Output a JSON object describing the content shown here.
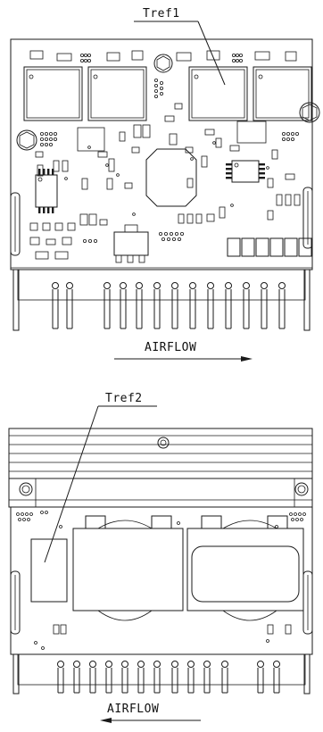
{
  "figure_top": {
    "callout": "Tref1",
    "flow_label": "AIRFLOW",
    "flow_direction": "right"
  },
  "figure_bottom": {
    "callout": "Tref2",
    "flow_label": "AIRFLOW",
    "flow_direction": "left"
  },
  "colors": {
    "line": "#1a1a1a",
    "background": "#ffffff"
  }
}
